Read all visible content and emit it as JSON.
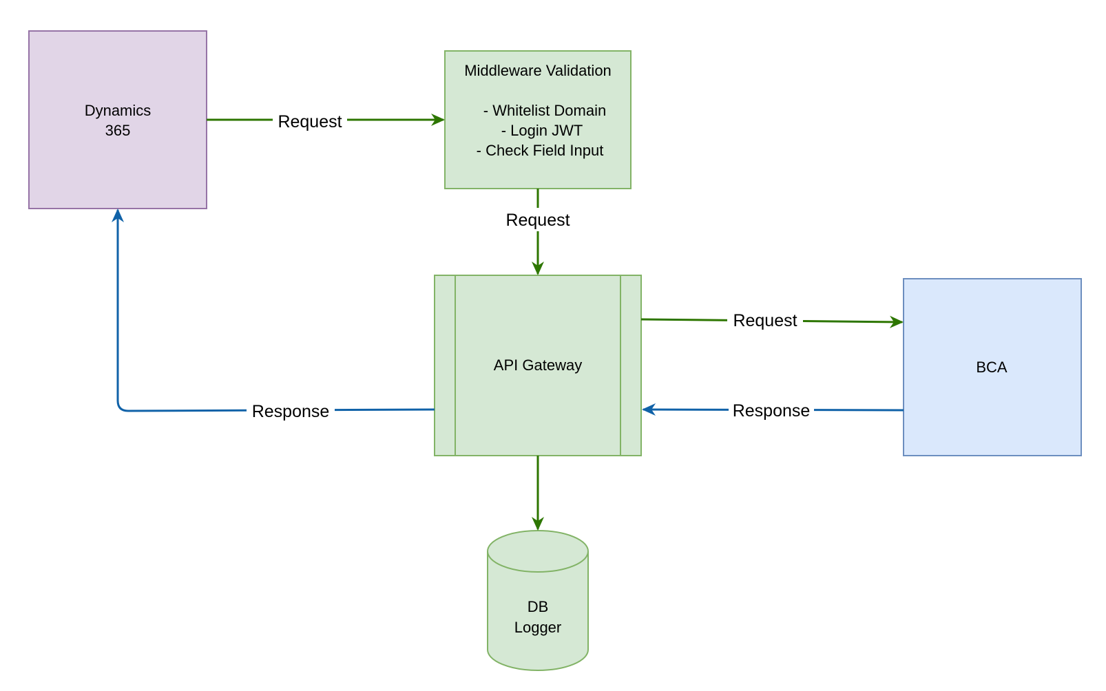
{
  "colors": {
    "request_edge": "#2d7600",
    "response_edge": "#1062a8",
    "green_fill": "#d5e8d4",
    "green_stroke": "#82b366",
    "purple_fill": "#e1d5e7",
    "purple_stroke": "#9673a6",
    "blue_fill": "#dae8fc",
    "blue_stroke": "#6c8ebf"
  },
  "nodes": {
    "dynamics": {
      "line1": "Dynamics",
      "line2": "365"
    },
    "middleware": {
      "title": "Middleware Validation",
      "item1": "- Whitelist Domain",
      "item2": "- Login JWT",
      "item3": "- Check Field Input"
    },
    "gateway": {
      "label": "API Gateway"
    },
    "bca": {
      "label": "BCA"
    },
    "db": {
      "line1": "DB",
      "line2": "Logger"
    }
  },
  "edges": {
    "dynamics_to_middleware": "Request",
    "middleware_to_gateway": "Request",
    "gateway_to_bca": "Request",
    "bca_to_gateway": "Response",
    "gateway_to_dynamics": "Response"
  }
}
